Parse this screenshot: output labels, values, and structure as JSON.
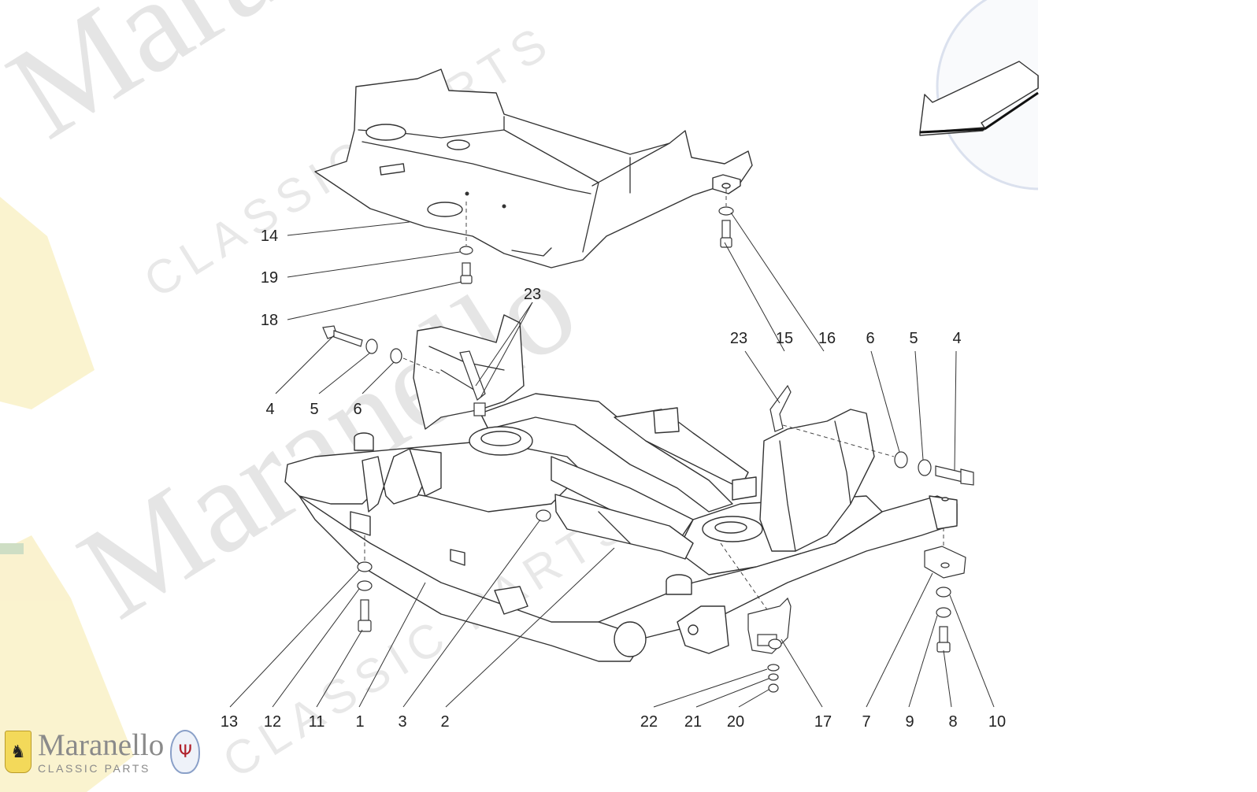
{
  "watermark": {
    "brand": "Maranello",
    "subtitle": "CLASSIC PARTS",
    "stallion_glyph": "♞",
    "trident_glyph": "Ψ",
    "shield_color": "#f3d95a",
    "emblem_red": "#b0202a",
    "emblem_blue": "#8aa0c8"
  },
  "callouts": [
    {
      "id": "14",
      "label": "14"
    },
    {
      "id": "19",
      "label": "19"
    },
    {
      "id": "18",
      "label": "18"
    },
    {
      "id": "23a",
      "label": "23"
    },
    {
      "id": "4a",
      "label": "4"
    },
    {
      "id": "5a",
      "label": "5"
    },
    {
      "id": "6a",
      "label": "6"
    },
    {
      "id": "23b",
      "label": "23"
    },
    {
      "id": "15",
      "label": "15"
    },
    {
      "id": "16",
      "label": "16"
    },
    {
      "id": "6b",
      "label": "6"
    },
    {
      "id": "5b",
      "label": "5"
    },
    {
      "id": "4b",
      "label": "4"
    },
    {
      "id": "13",
      "label": "13"
    },
    {
      "id": "12",
      "label": "12"
    },
    {
      "id": "11",
      "label": "11"
    },
    {
      "id": "1",
      "label": "1"
    },
    {
      "id": "3",
      "label": "3"
    },
    {
      "id": "2",
      "label": "2"
    },
    {
      "id": "22",
      "label": "22"
    },
    {
      "id": "21",
      "label": "21"
    },
    {
      "id": "20",
      "label": "20"
    },
    {
      "id": "17",
      "label": "17"
    },
    {
      "id": "7",
      "label": "7"
    },
    {
      "id": "9",
      "label": "9"
    },
    {
      "id": "8",
      "label": "8"
    },
    {
      "id": "10",
      "label": "10"
    }
  ],
  "direction_arrow_icon": "front-direction-arrow-icon"
}
